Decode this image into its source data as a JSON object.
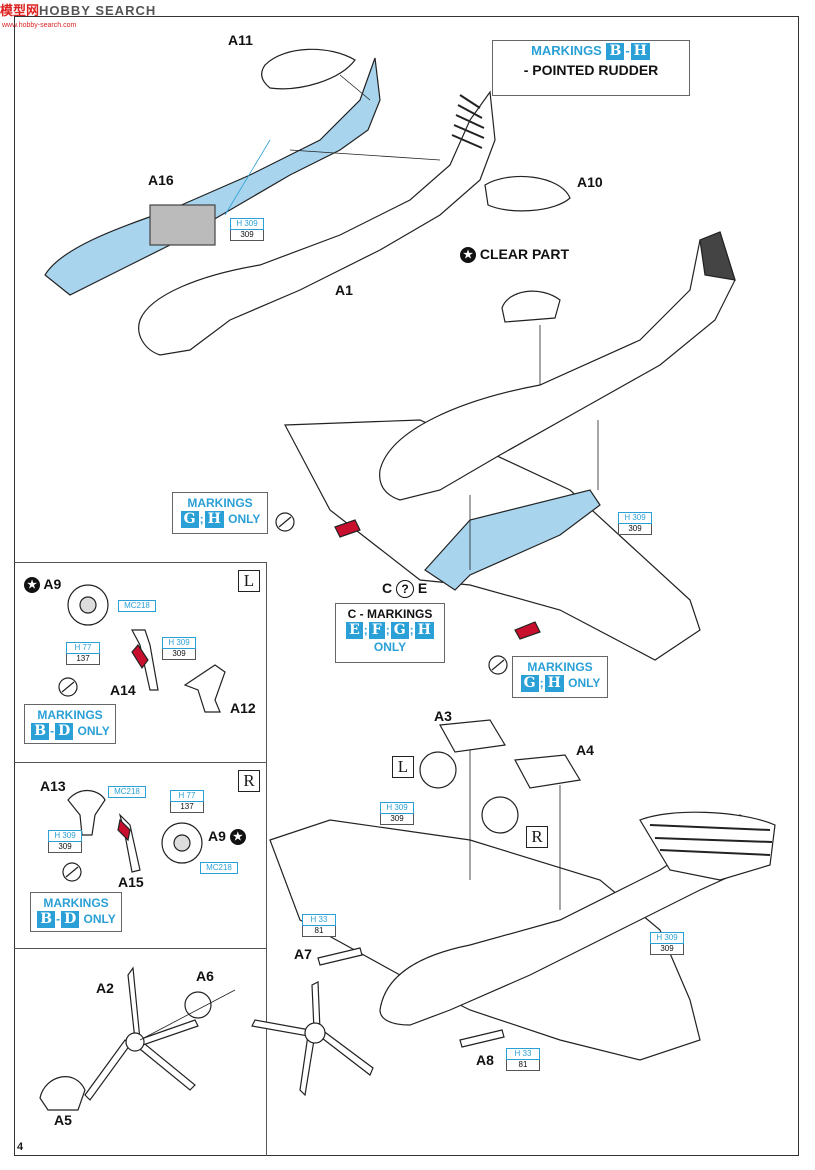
{
  "watermark": {
    "brand_cn": "模型网",
    "brand_en": "HOBBY SEARCH",
    "url": "www.hobby-search.com"
  },
  "page_number": "4",
  "section1": {
    "parts": {
      "a11": "A11",
      "a16": "A16",
      "a10": "A10",
      "a1": "A1"
    },
    "paint": {
      "code": "H 309",
      "num": "309"
    },
    "markings_title_pre": "MARKINGS",
    "markings_b": "B",
    "markings_dash": "-",
    "markings_h": "H",
    "markings_sub": "- POINTED RUDDER"
  },
  "section2": {
    "clear_part": "CLEAR PART",
    "paint": {
      "code": "H 309",
      "num": "309"
    },
    "markings_gh_left": {
      "pre": "MARKINGS",
      "g": "G",
      "sep": ";",
      "h": "H",
      "post": "ONLY"
    },
    "c_e_label": {
      "c": "C",
      "q": "?",
      "e": "E"
    },
    "c_markings": {
      "pre": "C - MARKINGS",
      "e": "E",
      "f": "F",
      "g": "G",
      "h": "H",
      "sep": ";",
      "post": "ONLY"
    },
    "markings_gh_right": {
      "pre": "MARKINGS",
      "g": "G",
      "sep": ";",
      "h": "H",
      "post": "ONLY"
    }
  },
  "panel_L": {
    "badge": "L",
    "parts": {
      "a9": "A9",
      "a14": "A14",
      "a12": "A12"
    },
    "paints": [
      {
        "code": "MC218"
      },
      {
        "code": "H 77",
        "num": "137"
      },
      {
        "code": "H 309",
        "num": "309"
      }
    ],
    "markings": {
      "pre": "MARKINGS",
      "b": "B",
      "dash": "-",
      "d": "D",
      "post": "ONLY"
    }
  },
  "panel_R": {
    "badge": "R",
    "parts": {
      "a13": "A13",
      "a15": "A15",
      "a9": "A9"
    },
    "paints": [
      {
        "code": "MC218"
      },
      {
        "code": "H 77",
        "num": "137"
      },
      {
        "code": "H 309",
        "num": "309"
      },
      {
        "code": "MC218"
      }
    ],
    "markings": {
      "pre": "MARKINGS",
      "b": "B",
      "dash": "-",
      "d": "D",
      "post": "ONLY"
    }
  },
  "panel_prop": {
    "parts": {
      "a2": "A2",
      "a6": "A6",
      "a5": "A5"
    }
  },
  "section3": {
    "parts": {
      "a3": "A3",
      "a4": "A4",
      "a7": "A7",
      "a8": "A8"
    },
    "badges": {
      "l": "L",
      "r": "R"
    },
    "paints": [
      {
        "code": "H 309",
        "num": "309"
      },
      {
        "code": "H 33",
        "num": "81"
      },
      {
        "code": "H 309",
        "num": "309"
      },
      {
        "code": "H 33",
        "num": "81"
      }
    ]
  },
  "colors": {
    "accent": "#2aa0d6",
    "fill_blue": "#a8d4ee",
    "red_part": "#c8102e",
    "line": "#222222"
  }
}
